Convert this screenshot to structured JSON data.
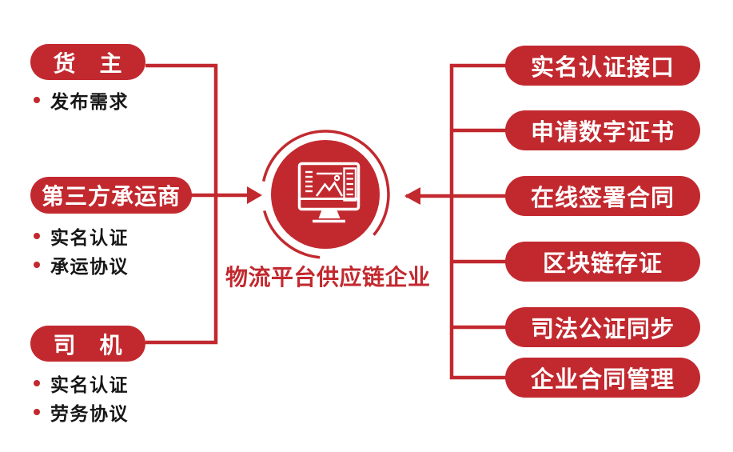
{
  "colors": {
    "primary_red": "#C2292F",
    "text_dark": "#161616",
    "background": "#FFFFFF",
    "pill_text": "#FFFFFF"
  },
  "left_groups": [
    {
      "title": "货　主",
      "items": [
        "发布需求"
      ]
    },
    {
      "title": "第三方承运商",
      "items": [
        "实名认证",
        "承运协议"
      ]
    },
    {
      "title": "司　机",
      "items": [
        "实名认证",
        "劳务协议"
      ]
    }
  ],
  "center": {
    "label": "物流平台供应链企业",
    "icon": "monitor-icon"
  },
  "right_items": [
    "实名认证接口",
    "申请数字证书",
    "在线签署合同",
    "区块链存证",
    "司法公证同步",
    "企业合同管理"
  ]
}
